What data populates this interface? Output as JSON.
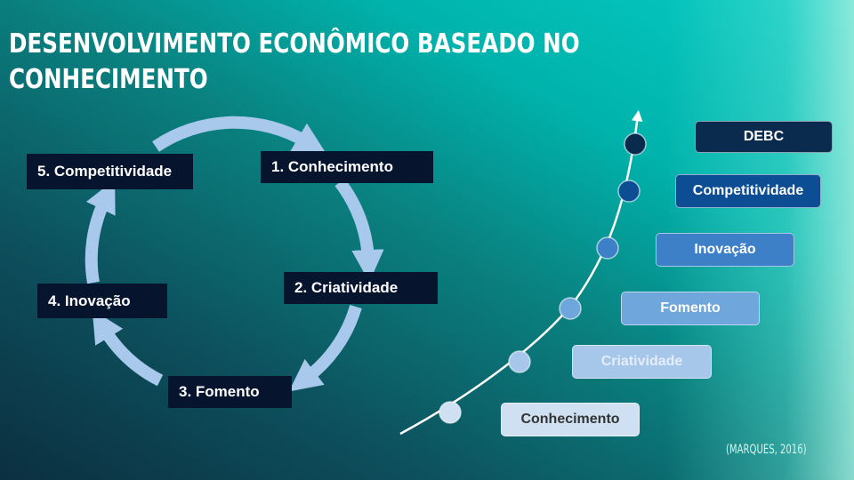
{
  "title": "DESENVOLVIMENTO ECONÔMICO BASEADO NO CONHECIMENTO",
  "cycle": [
    "1. Conhecimento",
    "2. Criatividade",
    "3. Fomento",
    "4. Inovação",
    "5. Competitividade"
  ],
  "steps": [
    {
      "label": "Conhecimento",
      "color": "#cfe0f2"
    },
    {
      "label": "Criatividade",
      "color": "#a6c6ea"
    },
    {
      "label": "Fomento",
      "color": "#6fa6dc"
    },
    {
      "label": "Inovação",
      "color": "#3d80c8"
    },
    {
      "label": "Competitividade",
      "color": "#0d4d94"
    },
    {
      "label": "DEBC",
      "color": "#0a2a4e"
    }
  ],
  "citation": "(MARQUES, 2016)"
}
